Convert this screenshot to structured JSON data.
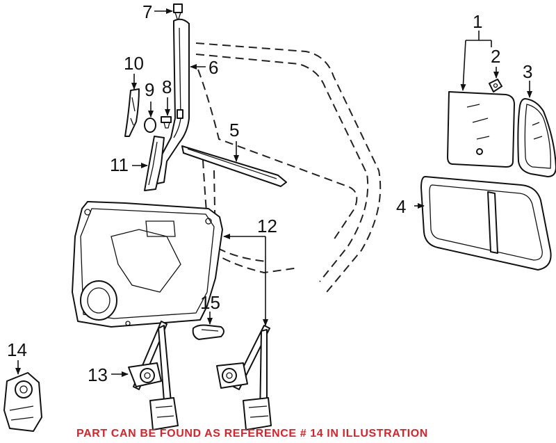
{
  "callouts": {
    "c1": "1",
    "c2": "2",
    "c3": "3",
    "c4": "4",
    "c5": "5",
    "c6": "6",
    "c7": "7",
    "c8": "8",
    "c9": "9",
    "c10": "10",
    "c11": "11",
    "c12": "12",
    "c13": "13",
    "c14": "14",
    "c15": "15"
  },
  "note": "PART CAN BE FOUND AS REFERENCE # 14 IN ILLUSTRATION",
  "colors": {
    "note": "#d9232b",
    "line": "#111111",
    "background": "#ffffff"
  }
}
